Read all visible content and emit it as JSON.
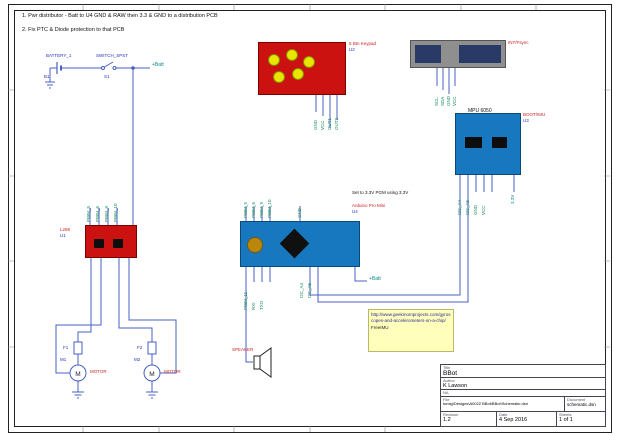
{
  "notes": {
    "line1": "1. Pwr distributor - Batt to U4 GND & RAW then 3.3 & GND to a distribution PCB",
    "line2": "2. Fix PTC & Diode protection to that PCB"
  },
  "power": {
    "battery_label": "BATTERY_1",
    "battery_ref": "B1",
    "switch_label": "SWITCH_SPST",
    "switch_ref": "S1",
    "vbatt": "+Batt"
  },
  "keypad": {
    "label": "5 Btn Keypad",
    "ref": "U2",
    "pins": [
      "GND",
      "VCC",
      "OUT1",
      "OUT2"
    ]
  },
  "mpu": {
    "name": "MPU 6050",
    "label": "INT/Fsync",
    "pins": [
      "SCL",
      "SDA",
      "GND",
      "VCC"
    ]
  },
  "imu": {
    "label": "BOOT/IMU",
    "ref": "U3",
    "pins": [
      "I2C_A4",
      "I2C_A5",
      "GND",
      "VCC"
    ],
    "net": "3.3V"
  },
  "driver": {
    "label": "L298",
    "ref": "U1",
    "pins": [
      "PWM_5",
      "PWM_6",
      "PWM_9",
      "PWM_10"
    ]
  },
  "arduino": {
    "note": "Set to 3.3V PGM using 3.3V",
    "label": "Arduino Pro Mini",
    "ref": "U4",
    "pins_top": [
      "PWM_5",
      "PWM_6",
      "PWM_9",
      "PWM_10",
      "GND"
    ],
    "pins_bottom": [
      "PWM_11",
      "RXI",
      "TXO",
      "I2C_A4",
      "I2C_A5"
    ],
    "vbatt": "+Batt"
  },
  "speaker": {
    "label": "SPEAKER"
  },
  "motors": {
    "m_letter": "M",
    "m1_label": "MOTOR",
    "m1_ref": "M1",
    "f1_ref": "F1",
    "m2_label": "MOTOR",
    "m2_ref": "M2",
    "f2_ref": "F2"
  },
  "note_box": {
    "url": "http://www.geekmomprojects.com/gyroscopes-and-accelerometers-on-a-chip/",
    "caption": "FreeIMU"
  },
  "title_block": {
    "title_label": "Title",
    "title": "BBot",
    "author_label": "Author",
    "author": "K Lawson",
    "na": "NA",
    "file_label": "File",
    "file": "tumig\\Designs\\A0022 BBot\\BBot\\Schematic.dsn",
    "document_label": "Document",
    "document": "schematic.dsn",
    "revision_label": "Revision",
    "revision": "1.2",
    "date_label": "Date",
    "date": "4 Sep 2016",
    "sheets_label": "Sheets",
    "sheets": "1 of 1"
  }
}
